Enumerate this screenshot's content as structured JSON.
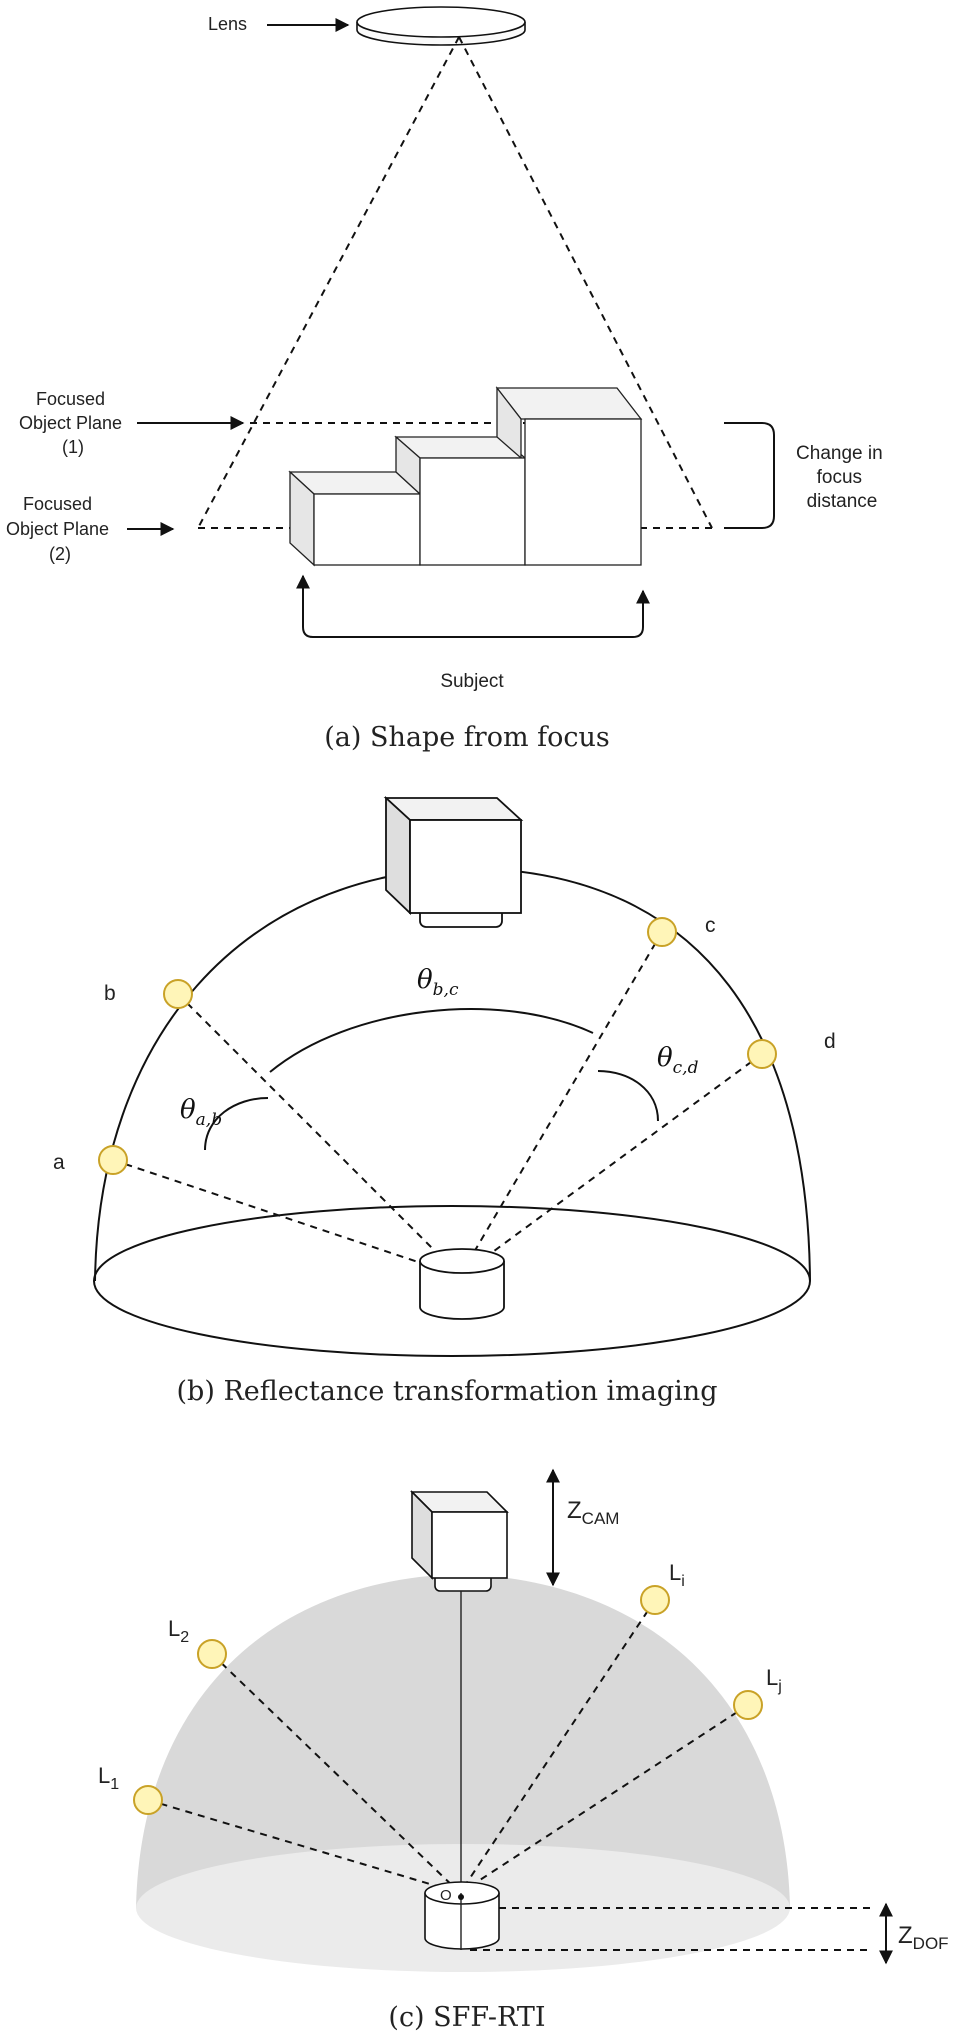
{
  "colors": {
    "light_fill": "#fff5b8",
    "light_stroke": "#c9a227",
    "dome_gray": "#d9d9d9",
    "dome_base": "#ebebeb",
    "block_side": "#e6e6e6",
    "block_top": "#f2f2f2"
  },
  "panel_a": {
    "lens_label": "Lens",
    "plane1_label": [
      "Focused",
      "Object Plane",
      "(1)"
    ],
    "plane2_label": [
      "Focused",
      "Object Plane",
      "(2)"
    ],
    "change_label": [
      "Change in",
      "focus",
      "distance"
    ],
    "subject_label": "Subject",
    "caption": "(a) Shape from focus"
  },
  "panel_b": {
    "light_labels": {
      "a": "a",
      "b": "b",
      "c": "c",
      "d": "d"
    },
    "angle_ab": "θa,b",
    "angle_bc": "θb,c",
    "angle_cd": "θc,d",
    "angle_ab_base": "θ",
    "angle_ab_sub": "a,b",
    "angle_bc_base": "θ",
    "angle_bc_sub": "b,c",
    "angle_cd_base": "θ",
    "angle_cd_sub": "c,d",
    "caption": "(b) Reflectance transformation imaging"
  },
  "panel_c": {
    "zcam_base": "Z",
    "zcam_sub": "CAM",
    "zdof_base": "Z",
    "zdof_sub": "DOF",
    "origin_label": "O",
    "lights": [
      {
        "base": "L",
        "sub": "1"
      },
      {
        "base": "L",
        "sub": "2"
      },
      {
        "base": "L",
        "sub": "i"
      },
      {
        "base": "L",
        "sub": "j"
      }
    ],
    "caption": "(c) SFF-RTI"
  }
}
